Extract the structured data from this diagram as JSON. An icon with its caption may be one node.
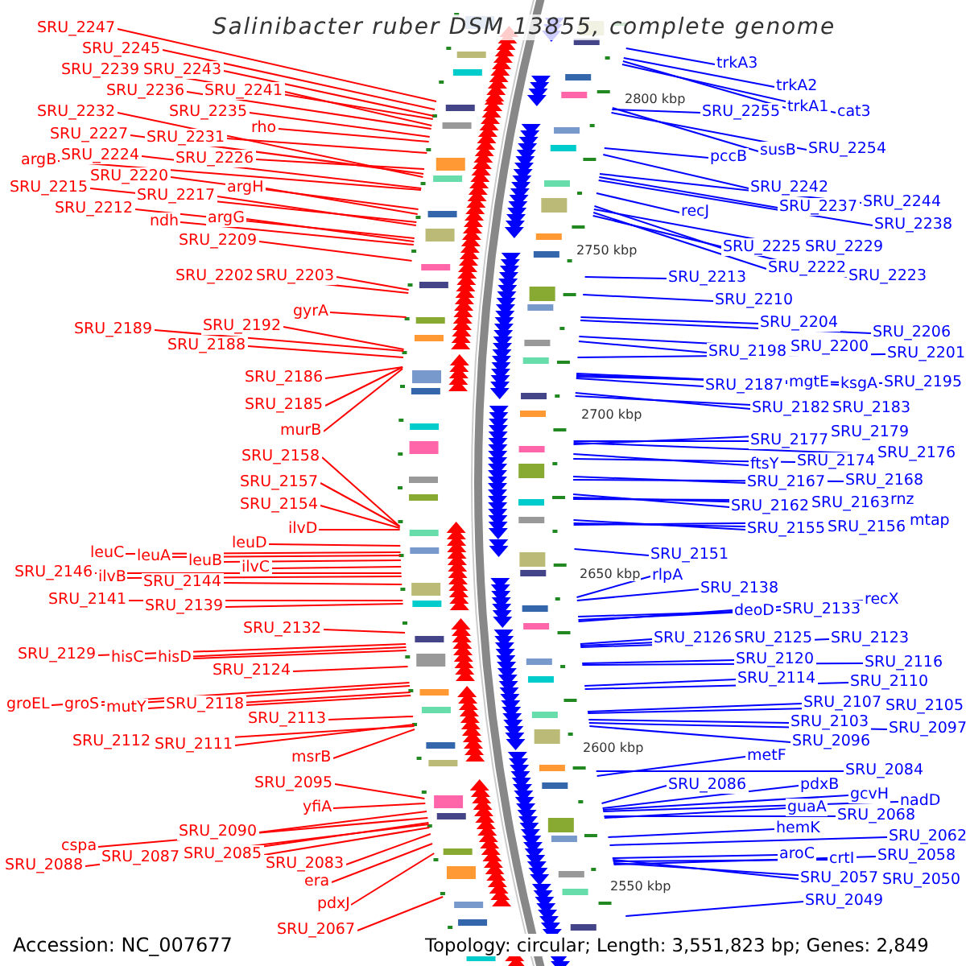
{
  "diagram": {
    "title": "Salinibacter ruber DSM 13855, complete genome",
    "nodes": [
      {
        "text": [
          "SRU_2247"
        ]
      },
      {
        "text": [
          "SRU_2245"
        ]
      },
      {
        "text": [
          "SRU_2239"
        ]
      },
      {
        "text": [
          "SRU_2243"
        ]
      },
      {
        "text": [
          "SRU_2236"
        ]
      },
      {
        "text": [
          "SRU_2241"
        ]
      },
      {
        "text": [
          "SRU_2232"
        ]
      },
      {
        "text": [
          "SRU_2235"
        ]
      },
      {
        "text": [
          "rho"
        ]
      },
      {
        "text": [
          "SRU_2227"
        ]
      },
      {
        "text": [
          "SRU_2231"
        ]
      },
      {
        "text": [
          "argB"
        ]
      },
      {
        "text": [
          "SRU_2224"
        ]
      },
      {
        "text": [
          "SRU_2226"
        ]
      },
      {
        "text": [
          "SRU_2220"
        ]
      },
      {
        "text": [
          "argH"
        ]
      },
      {
        "text": [
          "SRU_2215"
        ]
      },
      {
        "text": [
          "SRU_2217"
        ]
      },
      {
        "text": [
          "SRU_2212"
        ]
      },
      {
        "text": [
          "ndh"
        ]
      },
      {
        "text": [
          "argG"
        ]
      },
      {
        "text": [
          "SRU_2209"
        ]
      },
      {
        "text": [
          "SRU_2202"
        ]
      },
      {
        "text": [
          "SRU_2203"
        ]
      },
      {
        "text": [
          "gyrA"
        ]
      },
      {
        "text": [
          "SRU_2189"
        ]
      },
      {
        "text": [
          "SRU_2192"
        ]
      },
      {
        "text": [
          "SRU_2188"
        ]
      },
      {
        "text": [
          "SRU_2186"
        ]
      },
      {
        "text": [
          "SRU_2185"
        ]
      },
      {
        "text": [
          "murB"
        ]
      },
      {
        "text": [
          "SRU_2158"
        ]
      },
      {
        "text": [
          "SRU_2157"
        ]
      },
      {
        "text": [
          "SRU_2154"
        ]
      },
      {
        "text": [
          "ilvD"
        ]
      },
      {
        "text": [
          "leuD"
        ]
      },
      {
        "text": [
          "leuC"
        ]
      },
      {
        "text": [
          "leuA"
        ]
      },
      {
        "text": [
          "leuB"
        ]
      },
      {
        "text": [
          "ilvC"
        ]
      },
      {
        "text": [
          "SRU_2146"
        ]
      },
      {
        "text": [
          "ilvB"
        ]
      },
      {
        "text": [
          "SRU_2144"
        ]
      },
      {
        "text": [
          "SRU_2141"
        ]
      },
      {
        "text": [
          "SRU_2139"
        ]
      },
      {
        "text": [
          "SRU_2132"
        ]
      },
      {
        "text": [
          "SRU_2129"
        ]
      },
      {
        "text": [
          "hisC"
        ]
      },
      {
        "text": [
          "hisD"
        ]
      },
      {
        "text": [
          "SRU_2124"
        ]
      },
      {
        "text": [
          "groEL"
        ]
      },
      {
        "text": [
          "groS"
        ]
      },
      {
        "text": [
          "mutY"
        ]
      },
      {
        "text": [
          "SRU_2118"
        ]
      },
      {
        "text": [
          "SRU_2113"
        ]
      },
      {
        "text": [
          "SRU_2112"
        ]
      },
      {
        "text": [
          "SRU_2111"
        ]
      },
      {
        "text": [
          "msrB"
        ]
      },
      {
        "text": [
          "SRU_2095"
        ]
      },
      {
        "text": [
          "yfiA"
        ]
      },
      {
        "text": [
          "SRU_2090"
        ]
      },
      {
        "text": [
          "cspa"
        ]
      },
      {
        "text": [
          "SRU_2087"
        ]
      },
      {
        "text": [
          "SRU_2085"
        ]
      },
      {
        "text": [
          "SRU_2088"
        ]
      },
      {
        "text": [
          "SRU_2083"
        ]
      },
      {
        "text": [
          "era"
        ]
      },
      {
        "text": [
          "pdxJ"
        ]
      },
      {
        "text": [
          "SRU_2067"
        ]
      },
      {
        "text": [
          "trkA3"
        ]
      },
      {
        "text": [
          "trkA2"
        ]
      },
      {
        "text": [
          "trkA1"
        ]
      },
      {
        "text": [
          "cat3"
        ]
      },
      {
        "text": [
          "SRU_2255"
        ]
      },
      {
        "text": [
          "susB"
        ]
      },
      {
        "text": [
          "SRU_2254"
        ]
      },
      {
        "text": [
          "pccB"
        ]
      },
      {
        "text": [
          "SRU_2242"
        ]
      },
      {
        "text": [
          "SRU_2237"
        ]
      },
      {
        "text": [
          "SRU_2244"
        ]
      },
      {
        "text": [
          "SRU_2238"
        ]
      },
      {
        "text": [
          "recJ"
        ]
      },
      {
        "text": [
          "SRU_2225"
        ]
      },
      {
        "text": [
          "SRU_2229"
        ]
      },
      {
        "text": [
          "SRU_2222"
        ]
      },
      {
        "text": [
          "SRU_2223"
        ]
      },
      {
        "text": [
          "SRU_2213"
        ]
      },
      {
        "text": [
          "SRU_2210"
        ]
      },
      {
        "text": [
          "SRU_2204"
        ]
      },
      {
        "text": [
          "SRU_2206"
        ]
      },
      {
        "text": [
          "SRU_2198"
        ]
      },
      {
        "text": [
          "SRU_2200"
        ]
      },
      {
        "text": [
          "SRU_2201"
        ]
      },
      {
        "text": [
          "SRU_2187"
        ]
      },
      {
        "text": [
          "mgtE"
        ]
      },
      {
        "text": [
          "ksgA"
        ]
      },
      {
        "text": [
          "SRU_2195"
        ]
      },
      {
        "text": [
          "SRU_2182"
        ]
      },
      {
        "text": [
          "SRU_2183"
        ]
      },
      {
        "text": [
          "SRU_2177"
        ]
      },
      {
        "text": [
          "SRU_2179"
        ]
      },
      {
        "text": [
          "SRU_2176"
        ]
      },
      {
        "text": [
          "ftsY"
        ]
      },
      {
        "text": [
          "SRU_2174"
        ]
      },
      {
        "text": [
          "SRU_2167"
        ]
      },
      {
        "text": [
          "SRU_2168"
        ]
      },
      {
        "text": [
          "SRU_2162"
        ]
      },
      {
        "text": [
          "SRU_2163"
        ]
      },
      {
        "text": [
          "rnz"
        ]
      },
      {
        "text": [
          "SRU_2155"
        ]
      },
      {
        "text": [
          "SRU_2156"
        ]
      },
      {
        "text": [
          "mtap"
        ]
      },
      {
        "text": [
          "SRU_2151"
        ]
      },
      {
        "text": [
          "rlpA"
        ]
      },
      {
        "text": [
          "SRU_2138"
        ]
      },
      {
        "text": [
          "deoD"
        ]
      },
      {
        "text": [
          "SRU_2133"
        ]
      },
      {
        "text": [
          "recX"
        ]
      },
      {
        "text": [
          "SRU_2126"
        ]
      },
      {
        "text": [
          "SRU_2125"
        ]
      },
      {
        "text": [
          "SRU_2123"
        ]
      },
      {
        "text": [
          "SRU_2120"
        ]
      },
      {
        "text": [
          "SRU_2116"
        ]
      },
      {
        "text": [
          "SRU_2114"
        ]
      },
      {
        "text": [
          "SRU_2110"
        ]
      },
      {
        "text": [
          "SRU_2107"
        ]
      },
      {
        "text": [
          "SRU_2105"
        ]
      },
      {
        "text": [
          "SRU_2103"
        ]
      },
      {
        "text": [
          "SRU_2097"
        ]
      },
      {
        "text": [
          "SRU_2096"
        ]
      },
      {
        "text": [
          "metF"
        ]
      },
      {
        "text": [
          "SRU_2084"
        ]
      },
      {
        "text": [
          "SRU_2086"
        ]
      },
      {
        "text": [
          "pdxB"
        ]
      },
      {
        "text": [
          "gcvH"
        ]
      },
      {
        "text": [
          "nadD"
        ]
      },
      {
        "text": [
          "guaA"
        ]
      },
      {
        "text": [
          "SRU_2068"
        ]
      },
      {
        "text": [
          "hemK"
        ]
      },
      {
        "text": [
          "SRU_2062"
        ]
      },
      {
        "text": [
          "aroC"
        ]
      },
      {
        "text": [
          "crtI"
        ]
      },
      {
        "text": [
          "SRU_2058"
        ]
      },
      {
        "text": [
          "SRU_2057"
        ]
      },
      {
        "text": [
          "SRU_2050"
        ]
      },
      {
        "text": [
          "SRU_2049"
        ]
      }
    ],
    "edges": [
      {
        "from": 0,
        "to": null,
        "arrow": "none",
        "color": "#ff0000"
      },
      {
        "from": 1,
        "to": null,
        "arrow": "none",
        "color": "#ff0000"
      },
      {
        "from": 2,
        "to": null,
        "arrow": "none",
        "color": "#ff0000"
      },
      {
        "from": 3,
        "to": null,
        "arrow": "none",
        "color": "#ff0000"
      },
      {
        "from": 4,
        "to": null,
        "arrow": "none",
        "color": "#ff0000"
      },
      {
        "from": 5,
        "to": null,
        "arrow": "none",
        "color": "#ff0000"
      },
      {
        "from": 6,
        "to": null,
        "arrow": "none",
        "color": "#ff0000"
      },
      {
        "from": 7,
        "to": null,
        "arrow": "none",
        "color": "#ff0000"
      },
      {
        "from": 8,
        "to": null,
        "arrow": "none",
        "color": "#ff0000"
      },
      {
        "from": 9,
        "to": null,
        "arrow": "none",
        "color": "#ff0000"
      },
      {
        "from": 10,
        "to": null,
        "arrow": "none",
        "color": "#ff0000"
      },
      {
        "from": 11,
        "to": null,
        "arrow": "none",
        "color": "#ff0000"
      },
      {
        "from": 12,
        "to": null,
        "arrow": "none",
        "color": "#ff0000"
      },
      {
        "from": 13,
        "to": null,
        "arrow": "none",
        "color": "#ff0000"
      },
      {
        "from": 14,
        "to": null,
        "arrow": "none",
        "color": "#ff0000"
      },
      {
        "from": 15,
        "to": null,
        "arrow": "none",
        "color": "#ff0000"
      },
      {
        "from": 16,
        "to": null,
        "arrow": "none",
        "color": "#ff0000"
      },
      {
        "from": 17,
        "to": null,
        "arrow": "none",
        "color": "#ff0000"
      },
      {
        "from": 18,
        "to": null,
        "arrow": "none",
        "color": "#ff0000"
      },
      {
        "from": 19,
        "to": null,
        "arrow": "none",
        "color": "#ff0000"
      },
      {
        "from": 20,
        "to": null,
        "arrow": "none",
        "color": "#ff0000"
      },
      {
        "from": 21,
        "to": null,
        "arrow": "none",
        "color": "#ff0000"
      },
      {
        "from": 22,
        "to": null,
        "arrow": "none",
        "color": "#ff0000"
      },
      {
        "from": 23,
        "to": null,
        "arrow": "none",
        "color": "#ff0000"
      },
      {
        "from": 24,
        "to": null,
        "arrow": "none",
        "color": "#ff0000"
      },
      {
        "from": 25,
        "to": null,
        "arrow": "none",
        "color": "#ff0000"
      },
      {
        "from": 26,
        "to": null,
        "arrow": "none",
        "color": "#ff0000"
      },
      {
        "from": 27,
        "to": null,
        "arrow": "none",
        "color": "#ff0000"
      },
      {
        "from": 28,
        "to": null,
        "arrow": "none",
        "color": "#ff0000"
      },
      {
        "from": 29,
        "to": null,
        "arrow": "none",
        "color": "#ff0000"
      },
      {
        "from": 30,
        "to": null,
        "arrow": "none",
        "color": "#ff0000"
      },
      {
        "from": 31,
        "to": null,
        "arrow": "none",
        "color": "#ff0000"
      },
      {
        "from": 32,
        "to": null,
        "arrow": "none",
        "color": "#ff0000"
      },
      {
        "from": 33,
        "to": null,
        "arrow": "none",
        "color": "#ff0000"
      },
      {
        "from": 34,
        "to": null,
        "arrow": "none",
        "color": "#ff0000"
      },
      {
        "from": 35,
        "to": null,
        "arrow": "none",
        "color": "#ff0000"
      },
      {
        "from": 36,
        "to": null,
        "arrow": "none",
        "color": "#ff0000"
      },
      {
        "from": 37,
        "to": null,
        "arrow": "none",
        "color": "#ff0000"
      },
      {
        "from": 38,
        "to": null,
        "arrow": "none",
        "color": "#ff0000"
      },
      {
        "from": 39,
        "to": null,
        "arrow": "none",
        "color": "#ff0000"
      },
      {
        "from": 40,
        "to": null,
        "arrow": "none",
        "color": "#ff0000"
      },
      {
        "from": 41,
        "to": null,
        "arrow": "none",
        "color": "#ff0000"
      },
      {
        "from": 42,
        "to": null,
        "arrow": "none",
        "color": "#ff0000"
      },
      {
        "from": 43,
        "to": null,
        "arrow": "none",
        "color": "#ff0000"
      },
      {
        "from": 44,
        "to": null,
        "arrow": "none",
        "color": "#ff0000"
      },
      {
        "from": 45,
        "to": null,
        "arrow": "none",
        "color": "#ff0000"
      },
      {
        "from": 46,
        "to": null,
        "arrow": "none",
        "color": "#ff0000"
      },
      {
        "from": 47,
        "to": null,
        "arrow": "none",
        "color": "#ff0000"
      },
      {
        "from": 48,
        "to": null,
        "arrow": "none",
        "color": "#ff0000"
      },
      {
        "from": 49,
        "to": null,
        "arrow": "none",
        "color": "#ff0000"
      },
      {
        "from": 50,
        "to": null,
        "arrow": "none",
        "color": "#ff0000"
      },
      {
        "from": 51,
        "to": null,
        "arrow": "none",
        "color": "#ff0000"
      },
      {
        "from": 52,
        "to": null,
        "arrow": "none",
        "color": "#ff0000"
      },
      {
        "from": 53,
        "to": null,
        "arrow": "none",
        "color": "#ff0000"
      },
      {
        "from": 54,
        "to": null,
        "arrow": "none",
        "color": "#ff0000"
      },
      {
        "from": 55,
        "to": null,
        "arrow": "none",
        "color": "#ff0000"
      },
      {
        "from": 56,
        "to": null,
        "arrow": "none",
        "color": "#ff0000"
      },
      {
        "from": 57,
        "to": null,
        "arrow": "none",
        "color": "#ff0000"
      },
      {
        "from": 58,
        "to": null,
        "arrow": "none",
        "color": "#ff0000"
      },
      {
        "from": 59,
        "to": null,
        "arrow": "none",
        "color": "#ff0000"
      },
      {
        "from": 60,
        "to": null,
        "arrow": "none",
        "color": "#ff0000"
      },
      {
        "from": 61,
        "to": null,
        "arrow": "none",
        "color": "#ff0000"
      },
      {
        "from": 62,
        "to": null,
        "arrow": "none",
        "color": "#ff0000"
      },
      {
        "from": 63,
        "to": null,
        "arrow": "none",
        "color": "#ff0000"
      },
      {
        "from": 64,
        "to": null,
        "arrow": "none",
        "color": "#ff0000"
      },
      {
        "from": 65,
        "to": null,
        "arrow": "none",
        "color": "#ff0000"
      },
      {
        "from": 66,
        "to": null,
        "arrow": "none",
        "color": "#ff0000"
      },
      {
        "from": 67,
        "to": null,
        "arrow": "none",
        "color": "#ff0000"
      },
      {
        "from": 68,
        "to": null,
        "arrow": "none",
        "color": "#ff0000"
      },
      {
        "from": 69,
        "to": null,
        "arrow": "none"
      },
      {
        "from": 70,
        "to": null,
        "arrow": "none"
      },
      {
        "from": 71,
        "to": null,
        "arrow": "none"
      },
      {
        "from": 72,
        "to": null,
        "arrow": "none"
      },
      {
        "from": 73,
        "to": null,
        "arrow": "none"
      },
      {
        "from": 74,
        "to": null,
        "arrow": "none"
      },
      {
        "from": 75,
        "to": null,
        "arrow": "none"
      },
      {
        "from": 76,
        "to": null,
        "arrow": "none"
      },
      {
        "from": 77,
        "to": null,
        "arrow": "none"
      },
      {
        "from": 78,
        "to": null,
        "arrow": "none"
      },
      {
        "from": 79,
        "to": null,
        "arrow": "none"
      },
      {
        "from": 80,
        "to": null,
        "arrow": "none"
      },
      {
        "from": 81,
        "to": null,
        "arrow": "none"
      },
      {
        "from": 82,
        "to": null,
        "arrow": "none"
      },
      {
        "from": 83,
        "to": null,
        "arrow": "none"
      },
      {
        "from": 84,
        "to": null,
        "arrow": "none"
      },
      {
        "from": 85,
        "to": null,
        "arrow": "none"
      },
      {
        "from": 86,
        "to": null,
        "arrow": "none"
      },
      {
        "from": 87,
        "to": null,
        "arrow": "none"
      },
      {
        "from": 88,
        "to": null,
        "arrow": "none"
      },
      {
        "from": 89,
        "to": null,
        "arrow": "none"
      },
      {
        "from": 90,
        "to": null,
        "arrow": "none"
      },
      {
        "from": 91,
        "to": null,
        "arrow": "none"
      },
      {
        "from": 92,
        "to": null,
        "arrow": "none"
      },
      {
        "from": 93,
        "to": null,
        "arrow": "none"
      },
      {
        "from": 94,
        "to": null,
        "arrow": "none"
      },
      {
        "from": 95,
        "to": null,
        "arrow": "none"
      },
      {
        "from": 96,
        "to": null,
        "arrow": "none"
      },
      {
        "from": 97,
        "to": null,
        "arrow": "none"
      },
      {
        "from": 98,
        "to": null,
        "arrow": "none"
      },
      {
        "from": 99,
        "to": null,
        "arrow": "none"
      },
      {
        "from": 100,
        "to": null,
        "arrow": "none"
      },
      {
        "from": 101,
        "to": null,
        "arrow": "none"
      },
      {
        "from": 102,
        "to": null,
        "arrow": "none"
      },
      {
        "from": 103,
        "to": null,
        "arrow": "none"
      },
      {
        "from": 104,
        "to": null,
        "arrow": "none"
      },
      {
        "from": 105,
        "to": null,
        "arrow": "none"
      },
      {
        "from": 106,
        "to": null,
        "arrow": "none"
      },
      {
        "from": 107,
        "to": null,
        "arrow": "none"
      },
      {
        "from": 108,
        "to": null,
        "arrow": "none"
      },
      {
        "from": 109,
        "to": null,
        "arrow": "none"
      },
      {
        "from": 110,
        "to": null,
        "arrow": "none"
      },
      {
        "from": 111,
        "to": null,
        "arrow": "none"
      },
      {
        "from": 112,
        "to": null,
        "arrow": "none"
      },
      {
        "from": 113,
        "to": null,
        "arrow": "none"
      },
      {
        "from": 114,
        "to": null,
        "arrow": "none"
      },
      {
        "from": 115,
        "to": null,
        "arrow": "none"
      },
      {
        "from": 116,
        "to": null,
        "arrow": "none"
      },
      {
        "from": 117,
        "to": null,
        "arrow": "none"
      },
      {
        "from": 118,
        "to": null,
        "arrow": "none"
      },
      {
        "from": 119,
        "to": null,
        "arrow": "none"
      },
      {
        "from": 120,
        "to": null,
        "arrow": "none"
      },
      {
        "from": 121,
        "to": null,
        "arrow": "none"
      },
      {
        "from": 122,
        "to": null,
        "arrow": "none"
      },
      {
        "from": 123,
        "to": null,
        "arrow": "none"
      },
      {
        "from": 124,
        "to": null,
        "arrow": "none"
      },
      {
        "from": 125,
        "to": null,
        "arrow": "none"
      },
      {
        "from": 126,
        "to": null,
        "arrow": "none"
      },
      {
        "from": 127,
        "to": null,
        "arrow": "none"
      },
      {
        "from": 128,
        "to": null,
        "arrow": "none"
      },
      {
        "from": 129,
        "to": null,
        "arrow": "none"
      },
      {
        "from": 130,
        "to": null,
        "arrow": "none"
      },
      {
        "from": 131,
        "to": null,
        "arrow": "none"
      },
      {
        "from": 132,
        "to": null,
        "arrow": "none"
      },
      {
        "from": 133,
        "to": null,
        "arrow": "none"
      },
      {
        "from": 134,
        "to": null,
        "arrow": "none"
      },
      {
        "from": 135,
        "to": null,
        "arrow": "none"
      },
      {
        "from": 136,
        "to": null,
        "arrow": "none"
      },
      {
        "from": 137,
        "to": null,
        "arrow": "none"
      },
      {
        "from": 138,
        "to": null,
        "arrow": "none"
      },
      {
        "from": 139,
        "to": null,
        "arrow": "none"
      },
      {
        "from": 140,
        "to": null,
        "arrow": "none"
      },
      {
        "from": 141,
        "to": null,
        "arrow": "none"
      },
      {
        "from": 142,
        "to": null,
        "arrow": "none"
      },
      {
        "from": 143,
        "to": null,
        "arrow": "none"
      },
      {
        "from": 144,
        "to": null,
        "arrow": "none"
      },
      {
        "from": 145,
        "to": null,
        "arrow": "none"
      }
    ],
    "labels": [
      "2800 kbp",
      "2750 kbp",
      "2700 kbp",
      "2650 kbp",
      "2600 kbp",
      "2550 kbp",
      "Accession: NC_007677",
      "Topology: circular; Length: 3,551,823 bp; Genes: 2,849"
    ]
  }
}
